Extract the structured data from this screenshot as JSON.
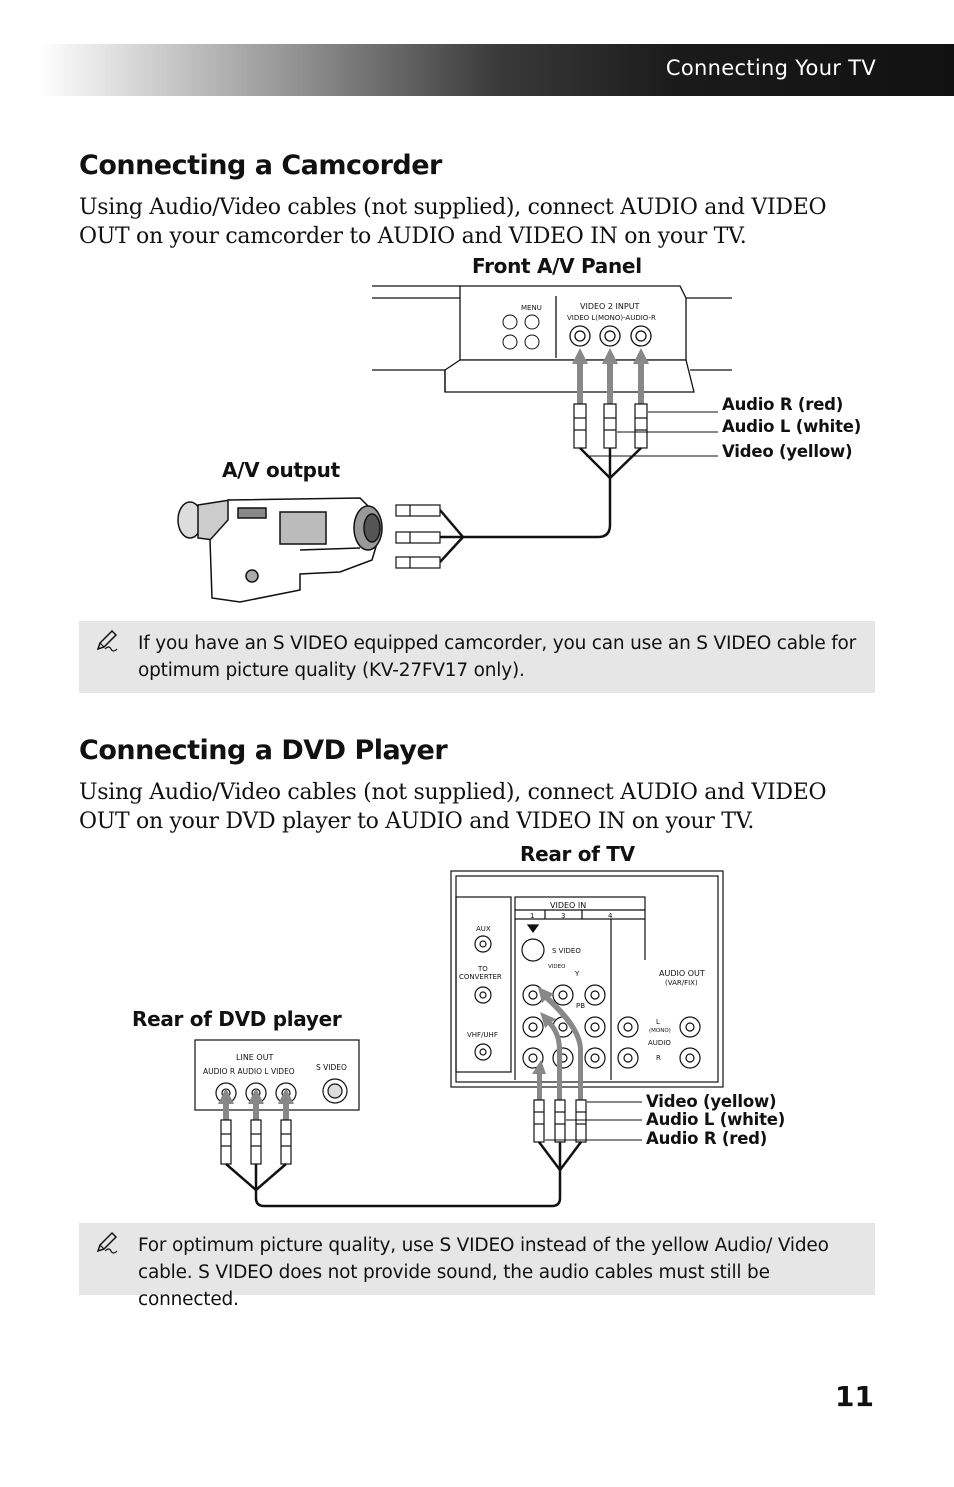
{
  "header": {
    "title": "Connecting Your TV"
  },
  "camcorder": {
    "heading": "Connecting a Camcorder",
    "body": "Using Audio/Video cables (not supplied), connect AUDIO and VIDEO OUT on your camcorder to AUDIO and VIDEO IN on your TV.",
    "panel_label": "Front A/V Panel",
    "output_label": "A/V output",
    "panel_menu": "MENU",
    "panel_input_title": "VIDEO 2 INPUT",
    "panel_input_sub": "VIDEO L(MONO)-AUDIO-R",
    "cable_labels": [
      "Audio R (red)",
      "Audio L (white)",
      "Video (yellow)"
    ],
    "note": "If you have an S VIDEO equipped camcorder, you can use an S VIDEO cable for optimum picture quality (KV-27FV17 only)."
  },
  "dvd": {
    "heading": "Connecting a DVD Player",
    "body": "Using Audio/Video cables (not supplied), connect AUDIO and VIDEO OUT on your DVD player to AUDIO and VIDEO IN on your TV.",
    "tv_label": "Rear of TV",
    "dvd_label": "Rear of DVD player",
    "dvd_line_out": "LINE OUT",
    "dvd_jacks": "AUDIO R  AUDIO L  VIDEO",
    "dvd_svideo": "S VIDEO",
    "tv_video_in": "VIDEO IN",
    "tv_cols": [
      "1",
      "3",
      "4"
    ],
    "tv_aux": "AUX",
    "tv_to": "TO",
    "tv_converter": "CONVERTER",
    "tv_vhf": "VHF/UHF",
    "tv_svideo": "S VIDEO",
    "tv_video": "VIDEO",
    "tv_audio_out": "AUDIO OUT",
    "tv_var_fix": "(VAR/FIX)",
    "tv_y": "Y",
    "tv_pb": "PB",
    "tv_l": "L",
    "tv_mono": "(MONO)",
    "tv_audio": "AUDIO",
    "tv_r": "R",
    "cable_labels": [
      "Video (yellow)",
      "Audio L (white)",
      "Audio R (red)"
    ],
    "note": "For optimum picture quality, use S VIDEO instead of the yellow Audio/ Video cable. S VIDEO does not provide sound, the audio cables must still be connected."
  },
  "page_number": "11"
}
